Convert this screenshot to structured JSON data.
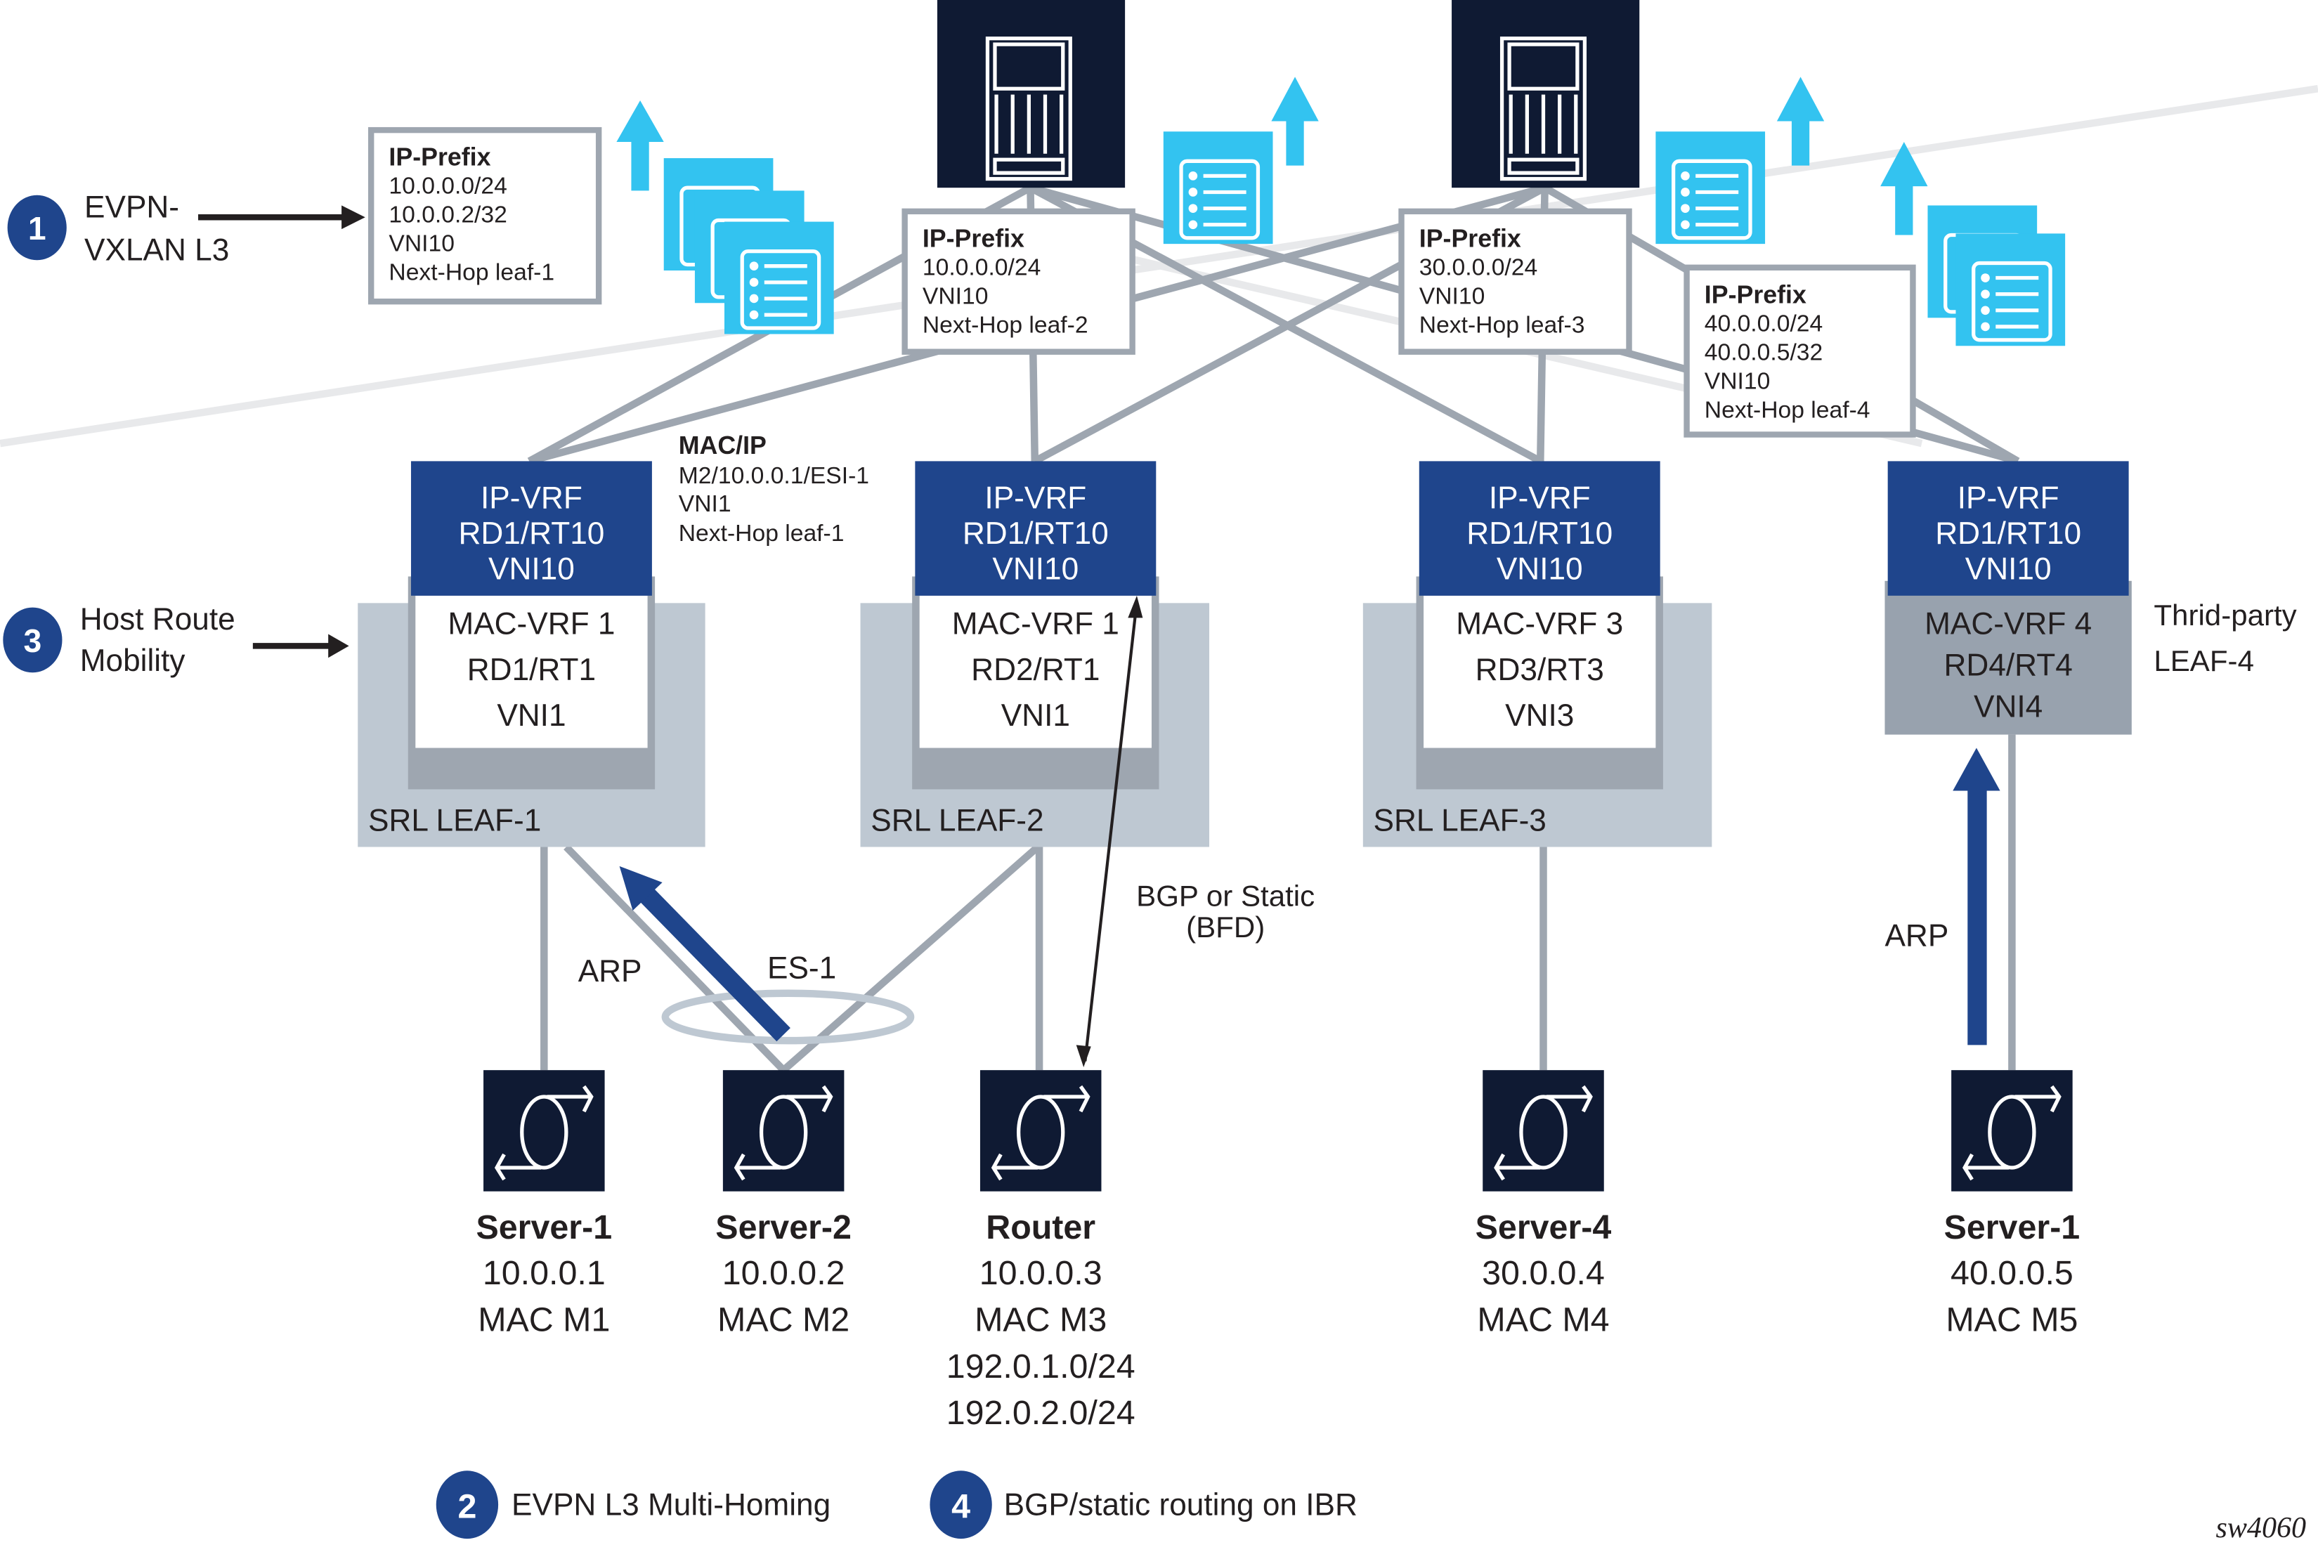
{
  "colors": {
    "navy": "#0f1a33",
    "vrf_blue": "#1f458c",
    "leaf_gray": "#bec8d2",
    "link_gray": "#9ea6b0",
    "cyan": "#33c3f0",
    "text": "#231f20",
    "third_party_gray": "#98a2ae"
  },
  "callouts": [
    {
      "number": "1",
      "label_lines": [
        "EVPN-",
        "VXLAN L3"
      ]
    },
    {
      "number": "3",
      "label_lines": [
        "Host Route",
        "Mobility"
      ]
    }
  ],
  "legend": [
    {
      "number": "2",
      "label": "EVPN L3 Multi-Homing"
    },
    {
      "number": "4",
      "label": "BGP/static routing on IBR"
    }
  ],
  "spines": [
    {
      "icon": "spine-router-icon"
    },
    {
      "icon": "spine-router-icon"
    }
  ],
  "route_boxes": [
    {
      "title": "IP-Prefix",
      "lines": [
        "10.0.0.0/24",
        "10.0.0.2/32",
        "VNI10",
        "Next-Hop leaf-1"
      ]
    },
    {
      "title": "IP-Prefix",
      "lines": [
        "10.0.0.0/24",
        "VNI10",
        "Next-Hop leaf-2"
      ]
    },
    {
      "title": "IP-Prefix",
      "lines": [
        "30.0.0.0/24",
        "VNI10",
        "Next-Hop leaf-3"
      ]
    },
    {
      "title": "IP-Prefix",
      "lines": [
        "40.0.0.0/24",
        "40.0.0.5/32",
        "VNI10",
        "Next-Hop leaf-4"
      ]
    }
  ],
  "mac_ip_route": {
    "title": "MAC/IP",
    "lines": [
      "M2/10.0.0.1/ESI-1",
      "VNI1",
      "Next-Hop leaf-1"
    ]
  },
  "leaves": [
    {
      "name": "SRL LEAF-1",
      "ip_vrf": [
        "IP-VRF",
        "RD1/RT10",
        "VNI10"
      ],
      "mac_vrf": [
        "MAC-VRF 1",
        "RD1/RT1",
        "VNI1"
      ]
    },
    {
      "name": "SRL LEAF-2",
      "ip_vrf": [
        "IP-VRF",
        "RD1/RT10",
        "VNI10"
      ],
      "mac_vrf": [
        "MAC-VRF 1",
        "RD2/RT1",
        "VNI1"
      ]
    },
    {
      "name": "SRL LEAF-3",
      "ip_vrf": [
        "IP-VRF",
        "RD1/RT10",
        "VNI10"
      ],
      "mac_vrf": [
        "MAC-VRF 3",
        "RD3/RT3",
        "VNI3"
      ]
    },
    {
      "name_lines": [
        "Thrid-party",
        "LEAF-4"
      ],
      "ip_vrf": [
        "IP-VRF",
        "RD1/RT10",
        "VNI10"
      ],
      "mac_vrf": [
        "MAC-VRF 4",
        "RD4/RT4",
        "VNI4"
      ]
    }
  ],
  "hosts": [
    {
      "name": "Server-1",
      "lines": [
        "10.0.0.1",
        "MAC M1"
      ]
    },
    {
      "name": "Server-2",
      "lines": [
        "10.0.0.2",
        "MAC M2"
      ]
    },
    {
      "name": "Router",
      "lines": [
        "10.0.0.3",
        "MAC M3",
        "192.0.1.0/24",
        "192.0.2.0/24"
      ]
    },
    {
      "name": "Server-4",
      "lines": [
        "30.0.0.4",
        "MAC M4"
      ]
    },
    {
      "name": "Server-1",
      "lines": [
        "40.0.0.5",
        "MAC M5"
      ]
    }
  ],
  "labels": {
    "arp_left": "ARP",
    "es1": "ES-1",
    "bgp_line1": "BGP or Static",
    "bgp_line2": "(BFD)",
    "arp_right": "ARP"
  },
  "figure_tag": "sw4060"
}
